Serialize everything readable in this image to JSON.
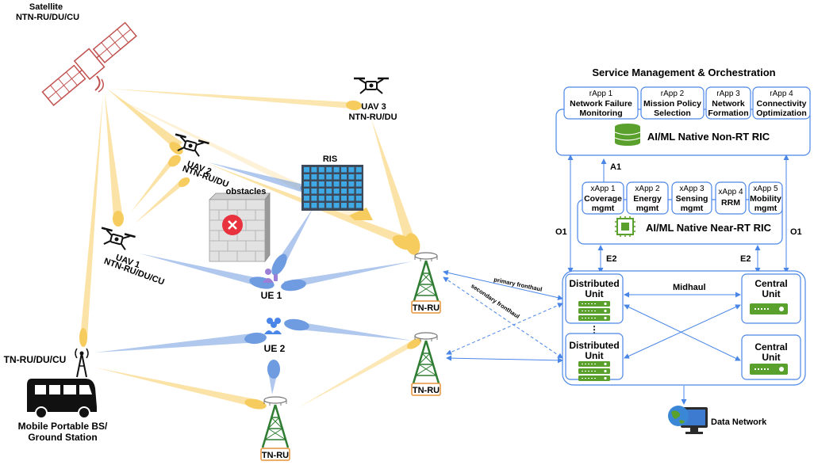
{
  "satellite": {
    "title": "Satellite",
    "subtitle": "NTN-RU/DU/CU"
  },
  "uav1": {
    "name": "UAV 1",
    "role": "NTN-RU/DU/CU"
  },
  "uav2": {
    "name": "UAV 2",
    "role": "NTN-RU/DU"
  },
  "uav3": {
    "name": "UAV 3",
    "role": "NTN-RU/DU"
  },
  "obstacles_label": "obstacles",
  "ris_label": "RIS",
  "ue1": "UE 1",
  "ue2": "UE 2",
  "tnru": "TN-RU",
  "ground_station": {
    "top": "TN-RU/DU/CU",
    "line1": "Mobile Portable BS/",
    "line2": "Ground Station"
  },
  "smo": {
    "title": "Service Management & Orchestration",
    "non_rt_ric": "AI/ML Native Non-RT RIC",
    "rapps": [
      {
        "id": "rApp 1",
        "l1": "Network Failure",
        "l2": "Monitoring"
      },
      {
        "id": "rApp 2",
        "l1": "Mission Policy",
        "l2": "Selection"
      },
      {
        "id": "rApp 3",
        "l1": "Network",
        "l2": "Formation"
      },
      {
        "id": "rApp 4",
        "l1": "Connectivity",
        "l2": "Optimization"
      }
    ]
  },
  "near_rt": {
    "name": "AI/ML Native Near-RT RIC",
    "xapps": [
      {
        "id": "xApp 1",
        "l1": "Coverage",
        "l2": "mgmt"
      },
      {
        "id": "xApp 2",
        "l1": "Energy",
        "l2": "mgmt"
      },
      {
        "id": "xApp 3",
        "l1": "Sensing",
        "l2": "mgmt"
      },
      {
        "id": "xApp 4",
        "l1": "RRM",
        "l2": ""
      },
      {
        "id": "xApp 5",
        "l1": "Mobility",
        "l2": "mgmt"
      }
    ]
  },
  "interfaces": {
    "a1": "A1",
    "o1_left": "O1",
    "o1_right": "O1",
    "e2_left": "E2",
    "e2_right": "E2",
    "midhaul": "Midhaul",
    "primary": "primary fronthaul",
    "secondary": "secondary fronthaul",
    "dots": "⋮"
  },
  "du": {
    "l1": "Distributed",
    "l2": "Unit"
  },
  "cu": {
    "l1": "Central",
    "l2": "Unit"
  },
  "data_network": "Data Network",
  "colors": {
    "accent": "#4a86e8",
    "beam_yellow": "#f6c343",
    "beam_blue": "#6f9be0",
    "green": "#5aa02c",
    "tower": "#2e7d32",
    "orange_box": "#e69138"
  }
}
